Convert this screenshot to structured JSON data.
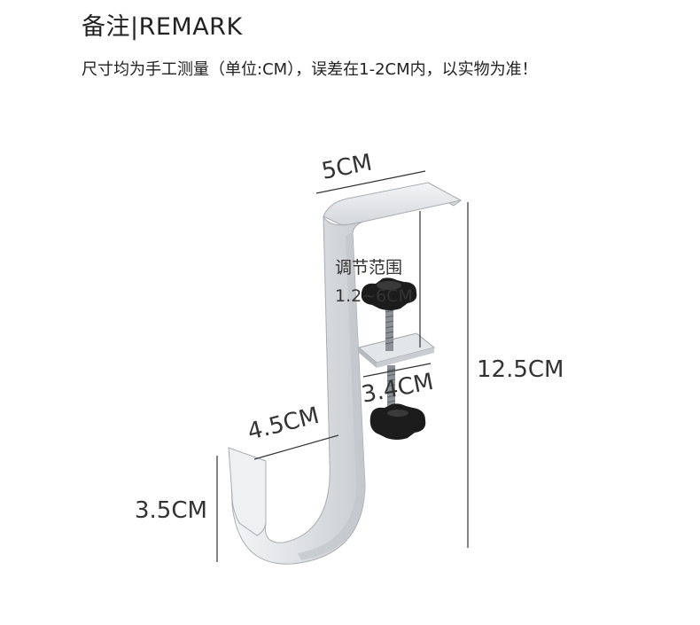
{
  "header": {
    "title": "备注|REMARK",
    "note": "尺寸均为手工测量（单位:CM），误差在1-2CM内，以实物为准！"
  },
  "dimensions": {
    "top_width": "5CM",
    "adjust_label": "调节范围",
    "adjust_range": "1.2~6CM",
    "clamp_width": "3.4CM",
    "height": "12.5CM",
    "hook_width": "4.5CM",
    "hook_height": "3.5CM"
  },
  "colors": {
    "metal": "#e6e8ea",
    "metal_edge": "#a9adb2",
    "knob": "#1c1c1c",
    "line": "#333333"
  }
}
